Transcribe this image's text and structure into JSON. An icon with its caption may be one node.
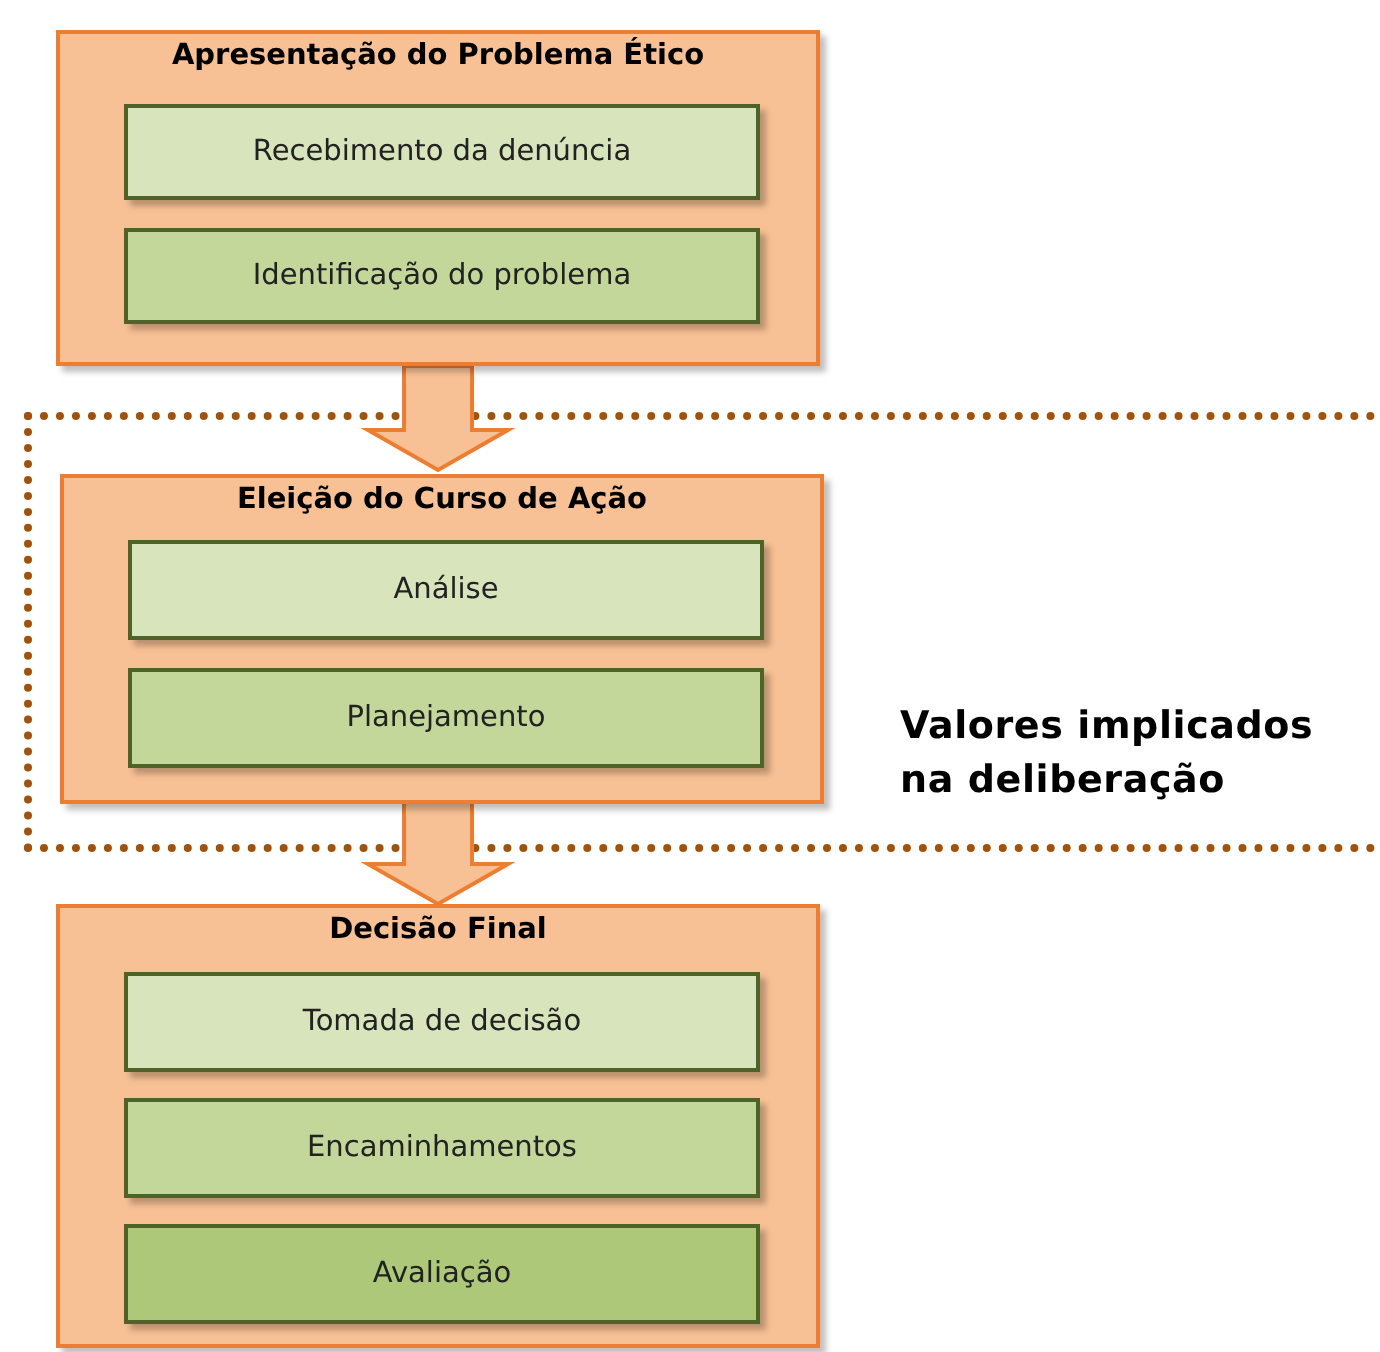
{
  "diagram": {
    "nodes": [
      {
        "text": [
          "Apresentação do Problema Ético"
        ]
      },
      {
        "text": [
          "Recebimento da denúncia"
        ],
        "in": 0
      },
      {
        "text": [
          "Identificação do problema"
        ],
        "in": 0
      },
      {
        "text": [
          "Valores implicados na deliberação"
        ]
      },
      {
        "text": [
          "Eleição do Curso de Ação"
        ],
        "in": 3
      },
      {
        "text": [
          "Análise"
        ],
        "in": 4
      },
      {
        "text": [
          "Planejamento"
        ],
        "in": 4
      },
      {
        "text": [
          "Decisão Final"
        ]
      },
      {
        "text": [
          "Tomada de decisão"
        ],
        "in": 7
      },
      {
        "text": [
          "Encaminhamentos"
        ],
        "in": 7
      },
      {
        "text": [
          "Avaliação"
        ],
        "in": 7
      }
    ],
    "edges": [
      {
        "from": 0,
        "to": 4,
        "arrow": "to",
        "style": "thick"
      },
      {
        "from": 4,
        "to": 7,
        "arrow": "to",
        "style": "thick"
      }
    ]
  }
}
